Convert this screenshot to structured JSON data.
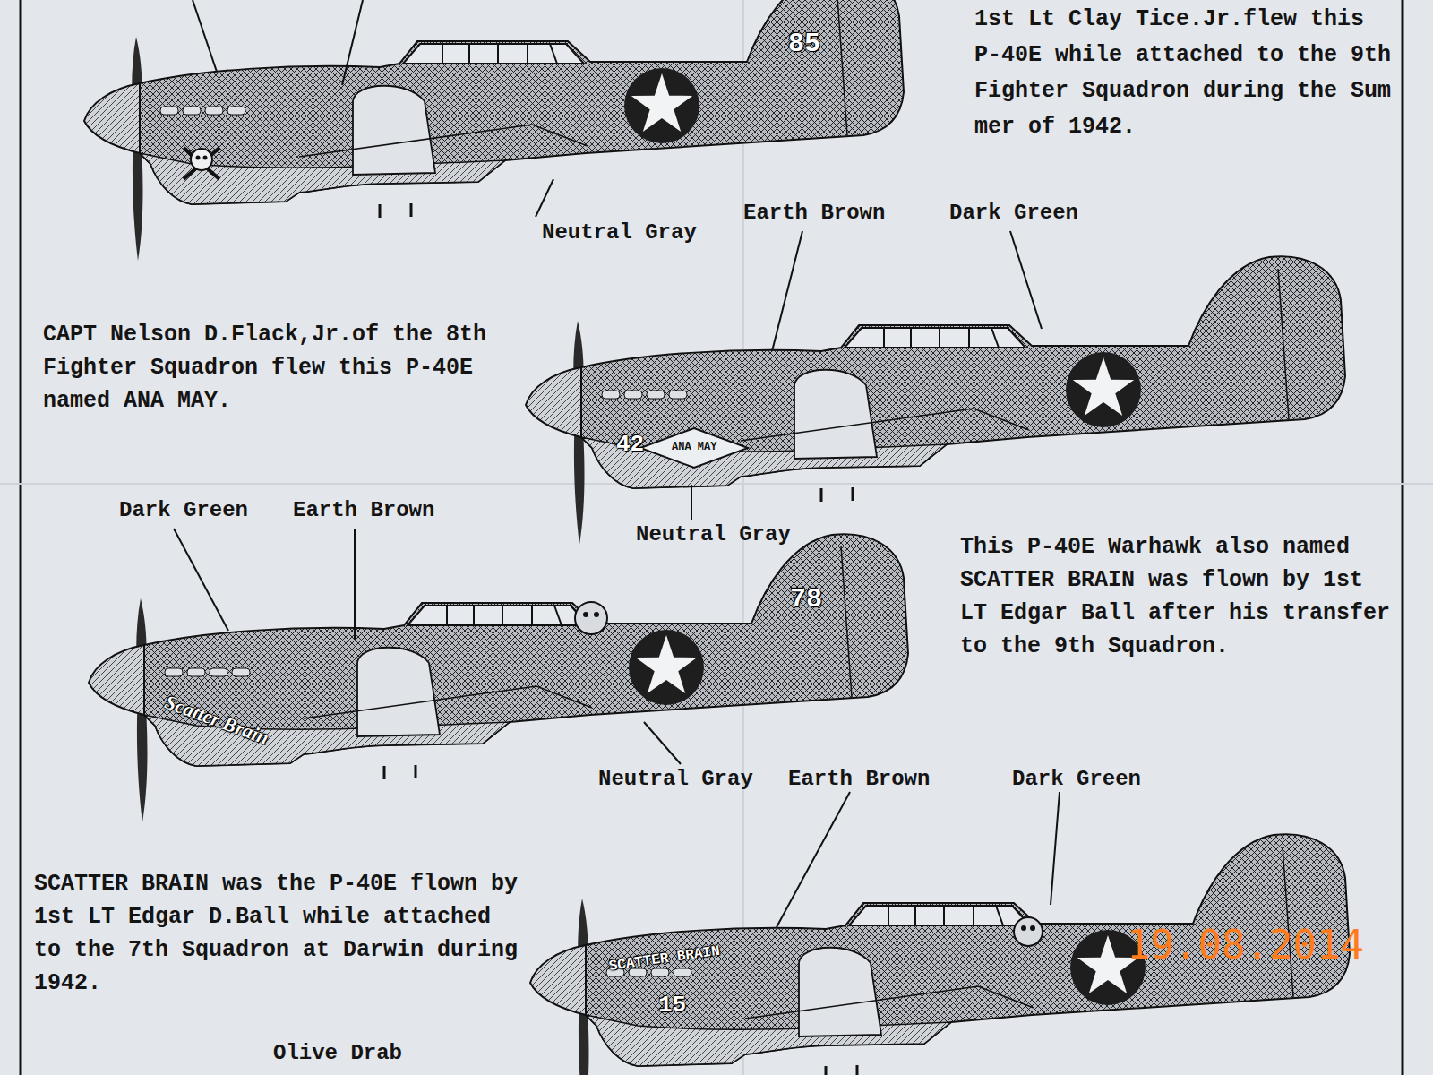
{
  "diagram": {
    "labels": [
      "1st Lt Clay Tice.Jr.flew this P-40E while attached to the 9th Fighter Squadron during the Sum mer of 1942.",
      "85",
      "Neutral Gray",
      "Earth Brown",
      "Dark Green",
      "CAPT Nelson D.Flack,Jr.of the 8th Fighter Squadron flew this P-40E named ANA MAY.",
      "42",
      "ANA MAY",
      "Neutral Gray",
      "Dark Green",
      "Earth Brown",
      "This P-40E Warhawk also named SCATTER BRAIN was flown by 1st LT Edgar Ball after his transfer to the 9th Squadron.",
      "78",
      "Scatter Brain",
      "Neutral Gray",
      "Earth Brown",
      "Dark Green",
      "SCATTER BRAIN was the P-40E flown by 1st LT Edgar D.Ball while attached to the 7th Squadron at Darwin during 1942.",
      "SCATTER BRAIN",
      "15",
      "19.08.2014",
      "Olive Drab"
    ]
  }
}
